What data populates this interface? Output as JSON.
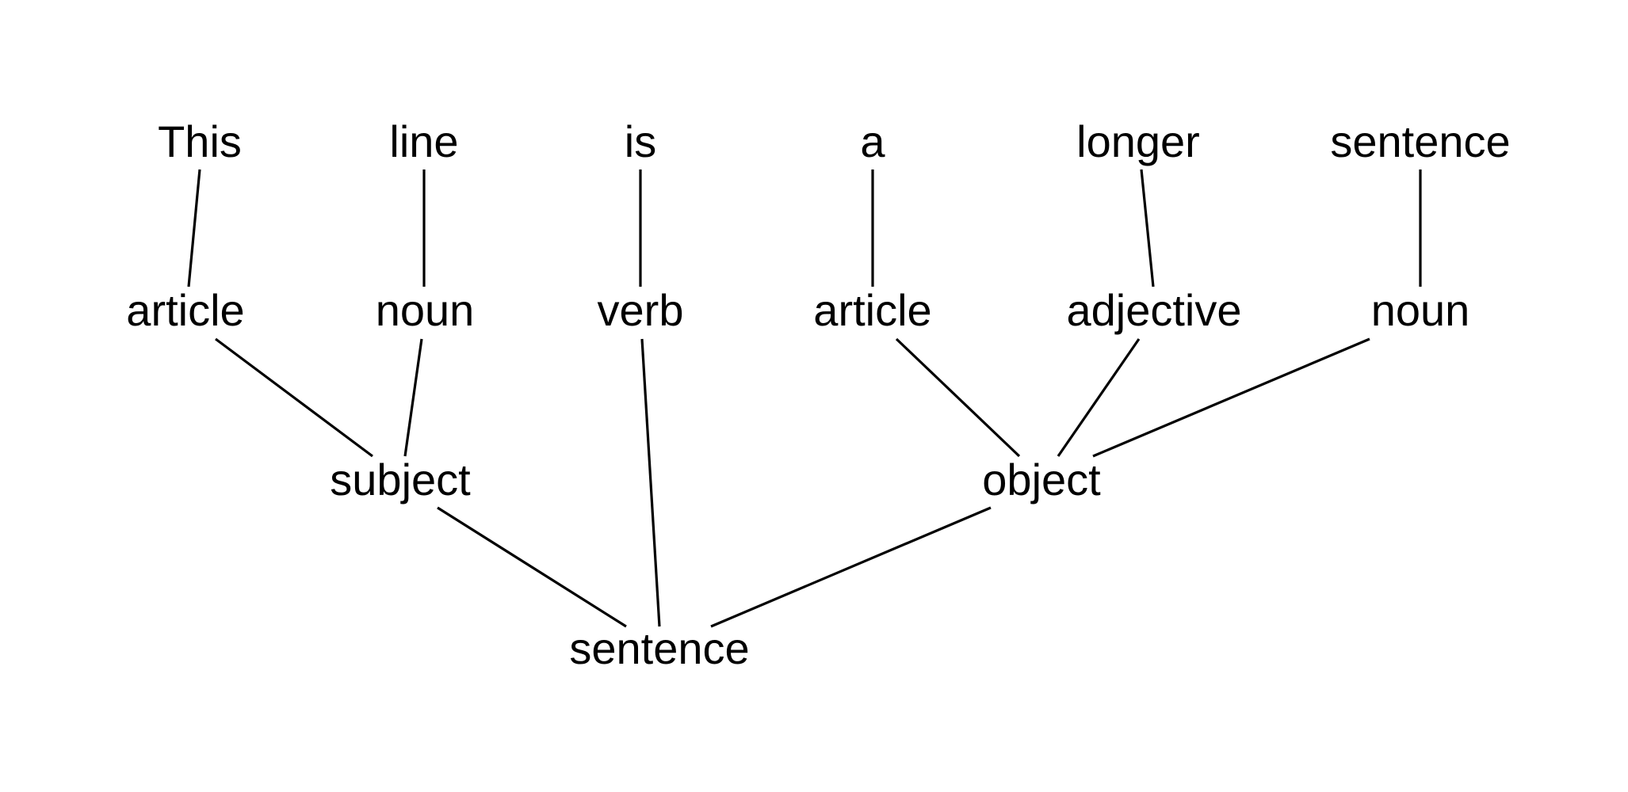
{
  "tree": {
    "words": {
      "w1": "This",
      "w2": "line",
      "w3": "is",
      "w4": "a",
      "w5": "longer",
      "w6": "sentence"
    },
    "pos": {
      "p1": "article",
      "p2": "noun",
      "p3": "verb",
      "p4": "article",
      "p5": "adjective",
      "p6": "noun"
    },
    "phrases": {
      "subject": "subject",
      "object": "object"
    },
    "root": "sentence"
  }
}
